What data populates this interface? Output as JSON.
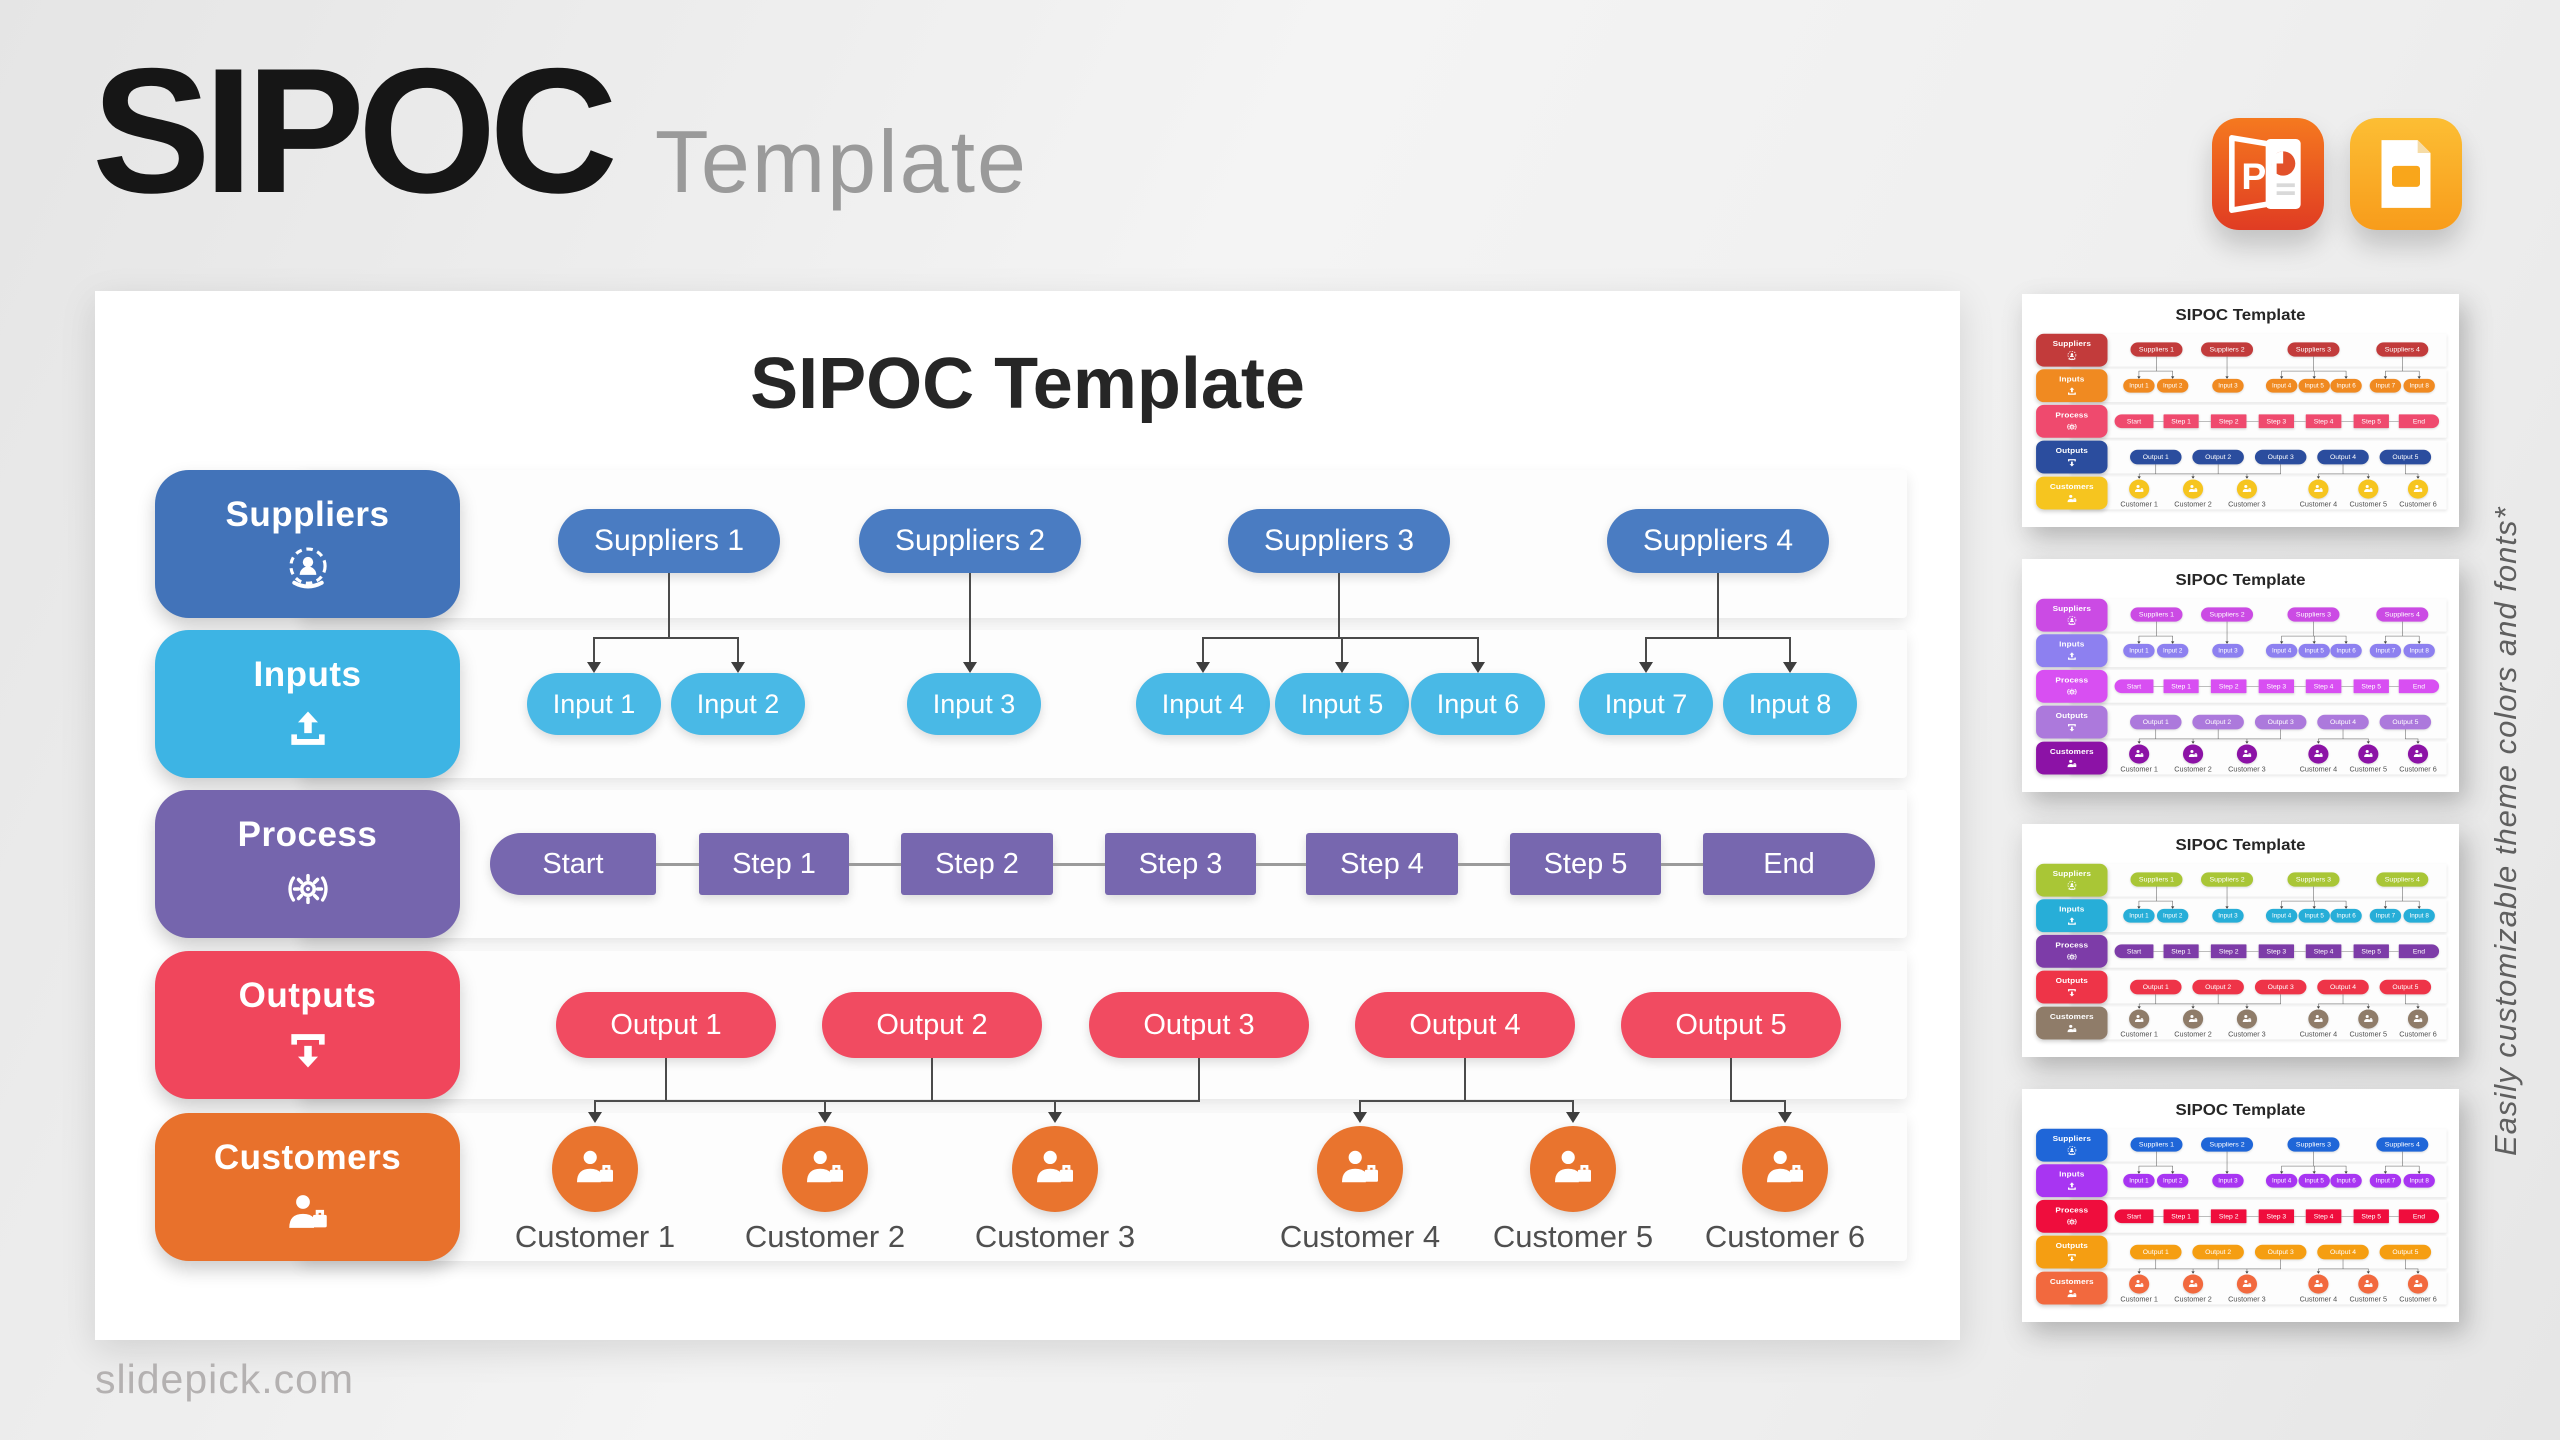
{
  "page": {
    "side_note": "Easily customizable theme colors and fonts*",
    "footer": "slidepick.com"
  },
  "header": {
    "title": "SIPOC",
    "subtitle": "Template"
  },
  "export_icons": [
    {
      "name": "powerpoint-icon",
      "colors": [
        "#f5791f",
        "#e03c23"
      ]
    },
    {
      "name": "google-slides-icon",
      "colors": [
        "#fcbe34",
        "#f89c1b"
      ]
    }
  ],
  "diagram": {
    "title": "SIPOC Template",
    "rows": [
      {
        "label": "Suppliers",
        "icon": "supplier-person-icon"
      },
      {
        "label": "Inputs",
        "icon": "upload-tray-icon"
      },
      {
        "label": "Process",
        "icon": "process-gear-icon"
      },
      {
        "label": "Outputs",
        "icon": "download-tray-icon"
      },
      {
        "label": "Customers",
        "icon": "customer-briefcase-icon"
      }
    ],
    "suppliers": [
      "Suppliers 1",
      "Suppliers 2",
      "Suppliers 3",
      "Suppliers 4"
    ],
    "inputs": [
      "Input 1",
      "Input 2",
      "Input 3",
      "Input 4",
      "Input 5",
      "Input 6",
      "Input 7",
      "Input 8"
    ],
    "process": [
      "Start",
      "Step 1",
      "Step 2",
      "Step 3",
      "Step 4",
      "Step 5",
      "End"
    ],
    "outputs": [
      "Output 1",
      "Output 2",
      "Output 3",
      "Output 4",
      "Output 5"
    ],
    "customers": [
      "Customer 1",
      "Customer 2",
      "Customer 3",
      "Customer 4",
      "Customer 5",
      "Customer 6"
    ],
    "colors": {
      "suppliers": "#4273B9",
      "suppliers_pill": "#4A7CC2",
      "inputs": "#3DB4E4",
      "inputs_pill": "#49B9E6",
      "process": "#7565AD",
      "process_pill": "#7767AF",
      "outputs": "#F0465C",
      "outputs_pill": "#F14B61",
      "customers": "#E8712C",
      "customers_pill": "#E9742E"
    }
  },
  "thumbnails": [
    {
      "title": "SIPOC Template",
      "colors": {
        "suppliers": "#C23B3B",
        "inputs": "#F08A21",
        "process": "#EF4A6E",
        "outputs": "#2B4D9E",
        "customers": "#F6C51F"
      }
    },
    {
      "title": "SIPOC Template",
      "colors": {
        "suppliers": "#CB4BE4",
        "inputs": "#8D80F0",
        "process": "#D84FF2",
        "outputs": "#AC79DC",
        "customers": "#8C12A6"
      }
    },
    {
      "title": "SIPOC Template",
      "colors": {
        "suppliers": "#A9C636",
        "inputs": "#27AED8",
        "process": "#7D3CA8",
        "outputs": "#EE3448",
        "customers": "#8F7C69"
      }
    },
    {
      "title": "SIPOC Template",
      "colors": {
        "suppliers": "#1F66D8",
        "inputs": "#A835F2",
        "process": "#EF0D3D",
        "outputs": "#F59E12",
        "customers": "#F2693E"
      }
    }
  ]
}
